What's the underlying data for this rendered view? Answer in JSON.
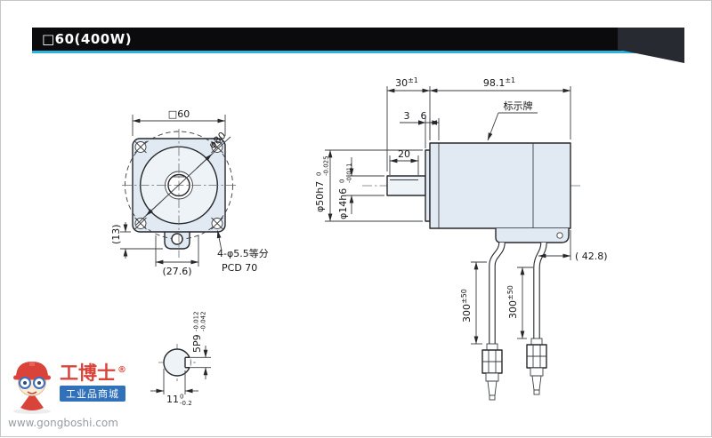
{
  "header": {
    "title": "□60(400W)"
  },
  "front_view": {
    "dim_width": "□60",
    "dim_outer_circle": "φ80",
    "dim_tab_height": "(13)",
    "dim_tab_width": "(27.6)",
    "holes_label": "4-φ5.5等分",
    "pcd_label": "PCD 70"
  },
  "shaft_section": {
    "key_width": "5P9",
    "key_width_tol_upper": "-0.012",
    "key_width_tol_lower": "-0.042",
    "key_flat": "11",
    "key_flat_tol_upper": "0",
    "key_flat_tol_lower": "-0.2"
  },
  "side_view": {
    "dim_shaft_length": "30",
    "dim_shaft_length_tol": "±1",
    "dim_body_length": "98.1",
    "dim_body_length_tol": "±1",
    "dim_spigot_depth": "3",
    "dim_flange_thickness": "6",
    "dim_keyway_length": "20",
    "nameplate_label": "标示牌",
    "dia_spigot": "φ50h7",
    "dia_spigot_tol_upper": "0",
    "dia_spigot_tol_lower": "-0.025",
    "dia_shaft": "φ14h6",
    "dia_shaft_tol_upper": "0",
    "dia_shaft_tol_lower": "-0.011",
    "dim_rear": "( 42.8)",
    "cable_left_length": "300",
    "cable_left_tol": "±50",
    "cable_right_length": "300",
    "cable_right_tol": "±50"
  },
  "watermark": {
    "brand": "工博士",
    "reg_mark": "®",
    "tagline": "工业品商城",
    "url": "www.gongboshi.com"
  }
}
